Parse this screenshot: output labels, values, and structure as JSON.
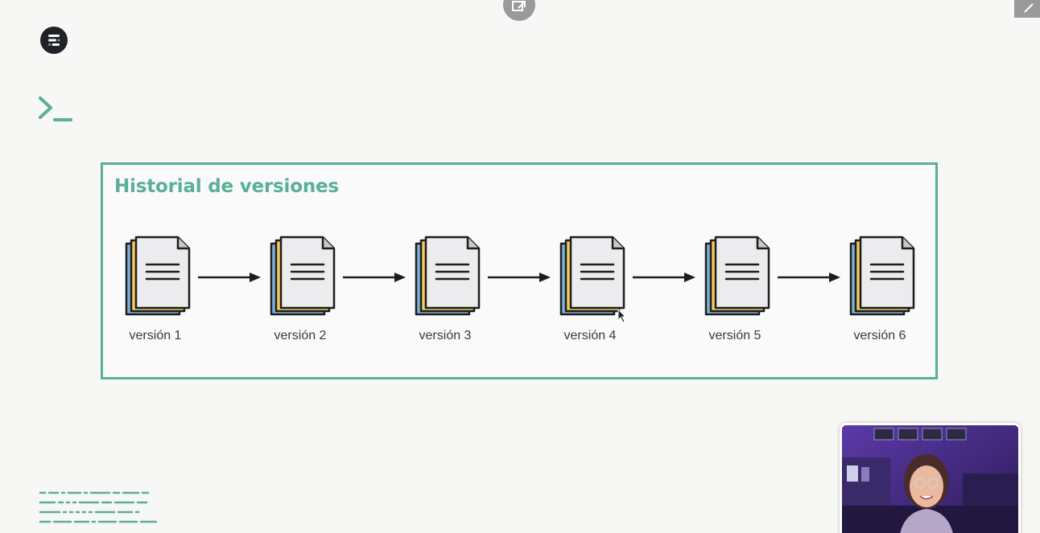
{
  "history": {
    "title": "Historial de versiones",
    "versions": [
      {
        "label": "versión 1"
      },
      {
        "label": "versión 2"
      },
      {
        "label": "versión 3"
      },
      {
        "label": "versión 4"
      },
      {
        "label": "versión 5"
      },
      {
        "label": "versión 6"
      }
    ]
  },
  "icons": {
    "logo": "platzi-logo-icon",
    "prompt": "terminal-prompt-icon",
    "popout": "popout-icon",
    "corner": "corner-expand-icon",
    "cursor": "mouse-cursor-icon",
    "document": "document-stack-icon",
    "arrow": "arrow-right-icon"
  },
  "colors": {
    "accent": "#5aaf9a",
    "doc_blue": "#7fb0dc",
    "doc_yellow": "#f2cb5a",
    "doc_front": "#ececee"
  }
}
